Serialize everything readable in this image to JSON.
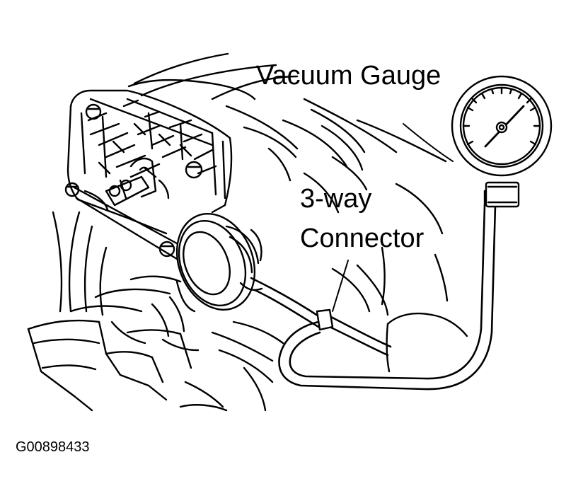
{
  "labels": {
    "vacuum_gauge": "Vacuum Gauge",
    "three_way_line1": "3-way",
    "three_way_line2": "Connector"
  },
  "figure_id": "G00898433",
  "colors": {
    "ink": "#000000",
    "paper": "#ffffff"
  }
}
